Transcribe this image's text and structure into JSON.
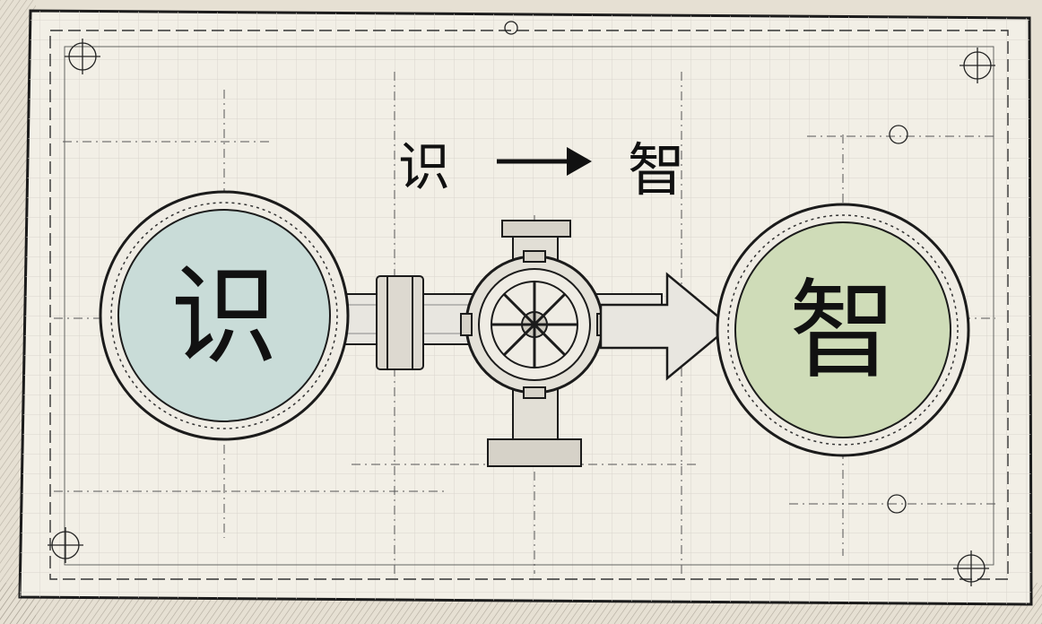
{
  "heading": {
    "from_char": "识",
    "to_char": "智"
  },
  "nodes": [
    {
      "char": "识",
      "fill": "#c9dcd8"
    },
    {
      "char": "智",
      "fill": "#cfdcb8"
    }
  ],
  "colors": {
    "paper": "#f2efe6",
    "grid": "#d6d4cc",
    "ink": "#1b1b1b",
    "backdrop": "#d9d2c4"
  },
  "icons": [
    "gear-icon",
    "pipe-connector-icon",
    "arrow-right-icon",
    "bolt-icon"
  ]
}
